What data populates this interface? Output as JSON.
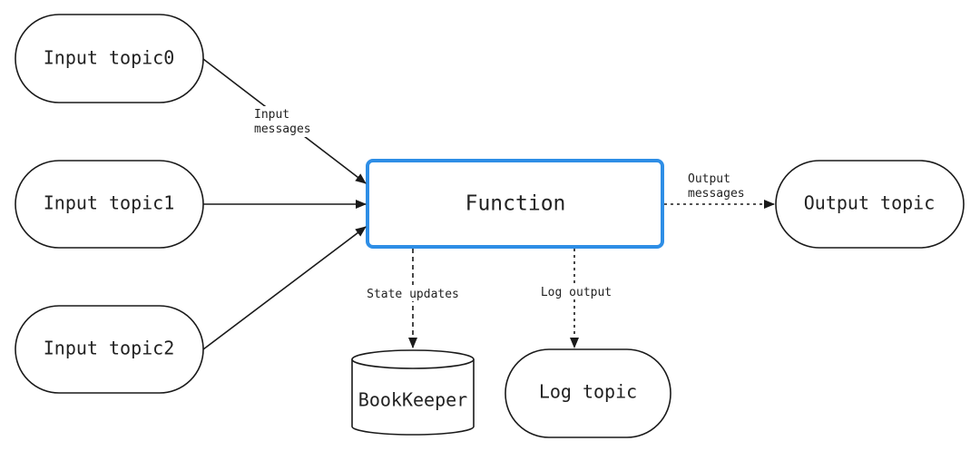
{
  "nodes": {
    "input0": "Input topic0",
    "input1": "Input topic1",
    "input2": "Input topic2",
    "function": "Function",
    "output": "Output topic",
    "bookkeeper": "BookKeeper",
    "log": "Log topic"
  },
  "edges": {
    "input_messages": [
      "Input",
      "messages"
    ],
    "output_messages": [
      "Output",
      "messages"
    ],
    "state_updates": "State updates",
    "log_output": "Log output"
  },
  "colors": {
    "function_border": "#2e8ee6",
    "stroke": "#1a1a1a"
  }
}
